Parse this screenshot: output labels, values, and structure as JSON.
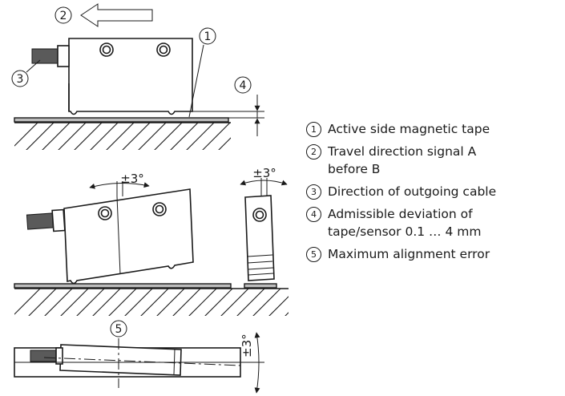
{
  "callouts": {
    "c1": "1",
    "c2": "2",
    "c3": "3",
    "c4": "4",
    "c5": "5"
  },
  "angle_labels": {
    "side_view": "±3°",
    "end_view": "±3°",
    "top_view": "±3°"
  },
  "legend": [
    {
      "num": "1",
      "text": "Active side magnetic tape"
    },
    {
      "num": "2",
      "text": "Travel direction signal A before B"
    },
    {
      "num": "3",
      "text": "Direction of outgoing cable"
    },
    {
      "num": "4",
      "text": "Admissible deviation of tape/sensor 0.1 … 4 mm"
    },
    {
      "num": "5",
      "text": "Maximum alignment error"
    }
  ]
}
